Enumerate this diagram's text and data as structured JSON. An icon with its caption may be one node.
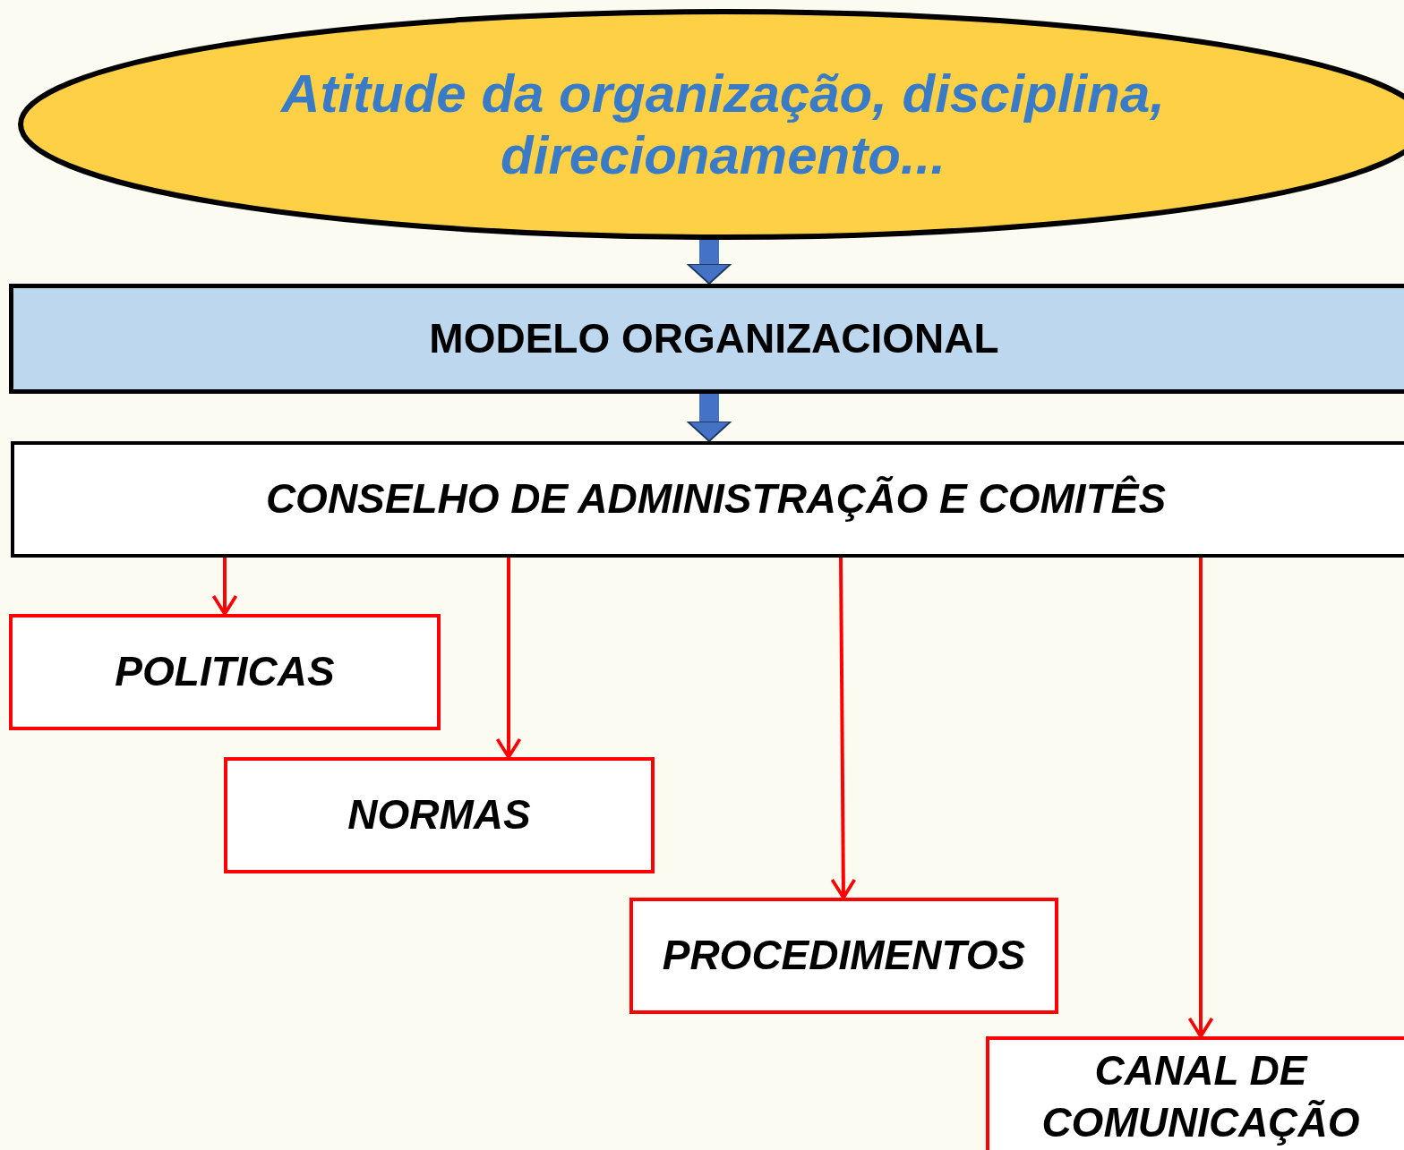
{
  "diagram": {
    "nodes": [
      {
        "text": [
          "Atitude da organização, disciplina, direcionamento..."
        ]
      },
      {
        "text": [
          "MODELO ORGANIZACIONAL"
        ]
      },
      {
        "text": [
          "CONSELHO DE ADMINISTRAÇÃO E COMITÊS"
        ]
      },
      {
        "text": [
          "POLITICAS"
        ]
      },
      {
        "text": [
          "NORMAS"
        ]
      },
      {
        "text": [
          "PROCEDIMENTOS"
        ]
      },
      {
        "text": [
          "CANAL DE COMUNICAÇÃO"
        ]
      }
    ],
    "edges": [
      {
        "from": 0,
        "to": 1,
        "arrow": "to",
        "style": "thick",
        "color": "#4472c4"
      },
      {
        "from": 1,
        "to": 2,
        "arrow": "to",
        "style": "thick",
        "color": "#4472c4"
      },
      {
        "from": 2,
        "to": 3,
        "arrow": "to"
      },
      {
        "from": 2,
        "to": 4,
        "arrow": "to"
      },
      {
        "from": 2,
        "to": 5,
        "arrow": "to"
      },
      {
        "from": 2,
        "to": 6,
        "arrow": "to"
      }
    ]
  }
}
